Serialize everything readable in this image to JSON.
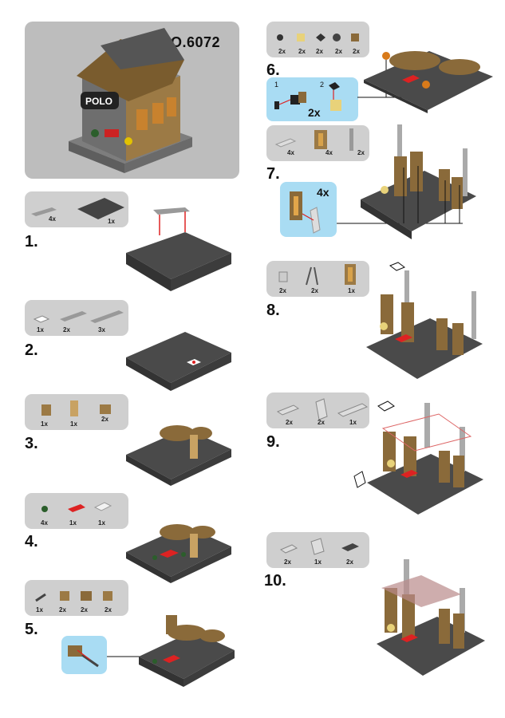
{
  "model_number": "NO.6072",
  "steps": [
    {
      "number": "1.",
      "qty": [
        "4x",
        "1x"
      ]
    },
    {
      "number": "2.",
      "qty": [
        "1x",
        "2x",
        "3x"
      ]
    },
    {
      "number": "3.",
      "qty": [
        "1x",
        "1x",
        "2x"
      ]
    },
    {
      "number": "4.",
      "qty": [
        "4x",
        "1x",
        "1x"
      ]
    },
    {
      "number": "5.",
      "qty": [
        "1x",
        "2x",
        "2x",
        "2x"
      ]
    },
    {
      "number": "6.",
      "qty": [
        "2x",
        "2x",
        "2x",
        "2x",
        "2x"
      ],
      "callout": {
        "sub1": "1",
        "sub2": "2",
        "qty": "2x"
      }
    },
    {
      "number": "7.",
      "qty": [
        "4x",
        "4x",
        "2x"
      ],
      "callout": {
        "qty": "4x"
      }
    },
    {
      "number": "8.",
      "qty": [
        "2x",
        "2x",
        "1x"
      ]
    },
    {
      "number": "9.",
      "qty": [
        "2x",
        "2x",
        "1x"
      ]
    },
    {
      "number": "10.",
      "qty": [
        "2x",
        "1x",
        "2x"
      ]
    }
  ],
  "colors": {
    "panel": "#cfcfcf",
    "callout": "#a9dcf3",
    "baseplate": "#4a4a4a",
    "tan": "#8a6a3a",
    "arrow": "#d22"
  }
}
